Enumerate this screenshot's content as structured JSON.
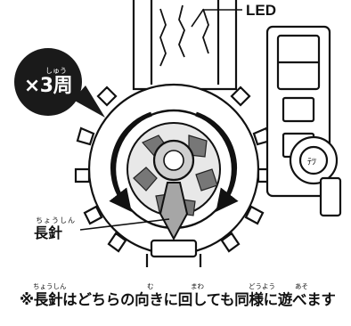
{
  "diagram": {
    "led_label": "LED",
    "badge": {
      "text": "×3周",
      "ruby": "しゅう"
    },
    "hand_label": {
      "text": "長針",
      "ruby": "ちょうしん"
    },
    "caption": {
      "text": "※長針はどちらの向きに回しても同様に遊べます",
      "ruby": {
        "chou_shin": "ちょうしん",
        "mu": "む",
        "mawa": "まわ",
        "dou_you": "どうよう",
        "aso": "あそ"
      }
    }
  }
}
